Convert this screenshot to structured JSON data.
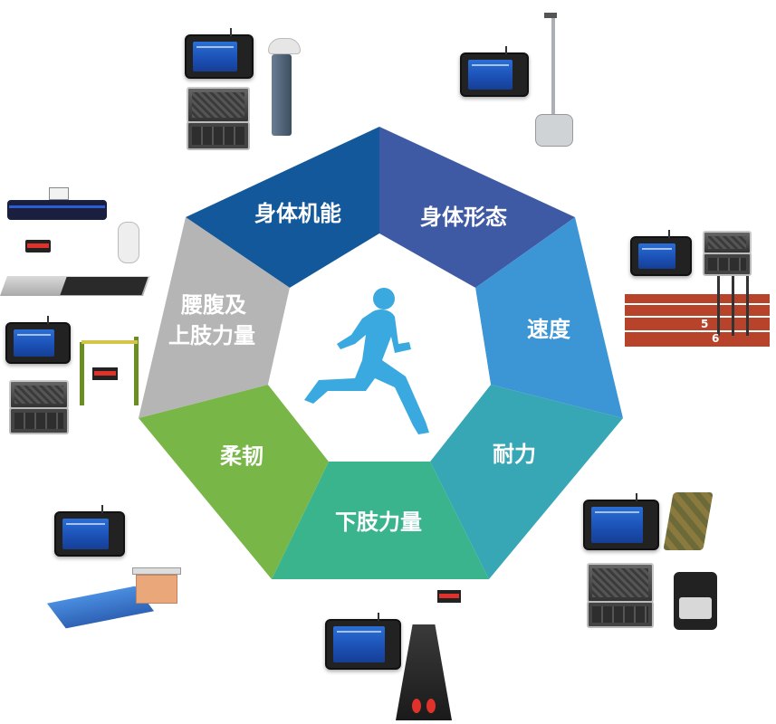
{
  "center_icon": "running-person-icon",
  "segments": [
    {
      "label": "身体机能",
      "color": "#12589a"
    },
    {
      "label": "身体形态",
      "color": "#3e5aa5"
    },
    {
      "label": "速度",
      "color": "#3c95d4"
    },
    {
      "label": "耐力",
      "color": "#37a7b5"
    },
    {
      "label": "下肢力量",
      "color": "#3ab48c"
    },
    {
      "label": "柔韧",
      "color": "#79b648"
    },
    {
      "label": "腰腹及",
      "label2": "上肢力量",
      "color": "#b5b5b5"
    }
  ],
  "device_icons": [
    "vital-capacity-tester-icon",
    "height-weight-scale-icon",
    "sprint-timing-gates-icon",
    "endurance-run-kit-icon",
    "long-jump-mat-icon",
    "sit-and-reach-tester-icon",
    "pull-up-bar-icon",
    "sit-up-board-icon"
  ],
  "track_lane_numbers": [
    "5",
    "6"
  ],
  "runner_color": "#39a9e0"
}
